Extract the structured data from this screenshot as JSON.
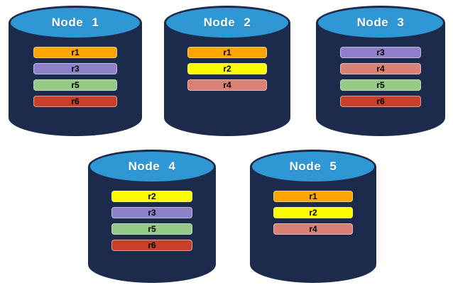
{
  "colors": {
    "background": "#ffffff",
    "cylinder_body": "#1c2a4b",
    "cylinder_top": "#2f98d4",
    "node_title_text": "#ffffff",
    "partition_label_text": "#000000",
    "partitions": {
      "r1": "#ffa500",
      "r2": "#fdfd00",
      "r3": "#8e80c9",
      "r4": "#d98174",
      "r5": "#94c986",
      "r6": "#c8402a"
    }
  },
  "nodes": [
    {
      "label": "Node 1",
      "partitions": [
        "r1",
        "r3",
        "r5",
        "r6"
      ]
    },
    {
      "label": "Node 2",
      "partitions": [
        "r1",
        "r2",
        "r4"
      ]
    },
    {
      "label": "Node 3",
      "partitions": [
        "r3",
        "r4",
        "r5",
        "r6"
      ]
    },
    {
      "label": "Node 4",
      "partitions": [
        "r2",
        "r3",
        "r5",
        "r6"
      ]
    },
    {
      "label": "Node 5",
      "partitions": [
        "r1",
        "r2",
        "r4"
      ]
    }
  ]
}
